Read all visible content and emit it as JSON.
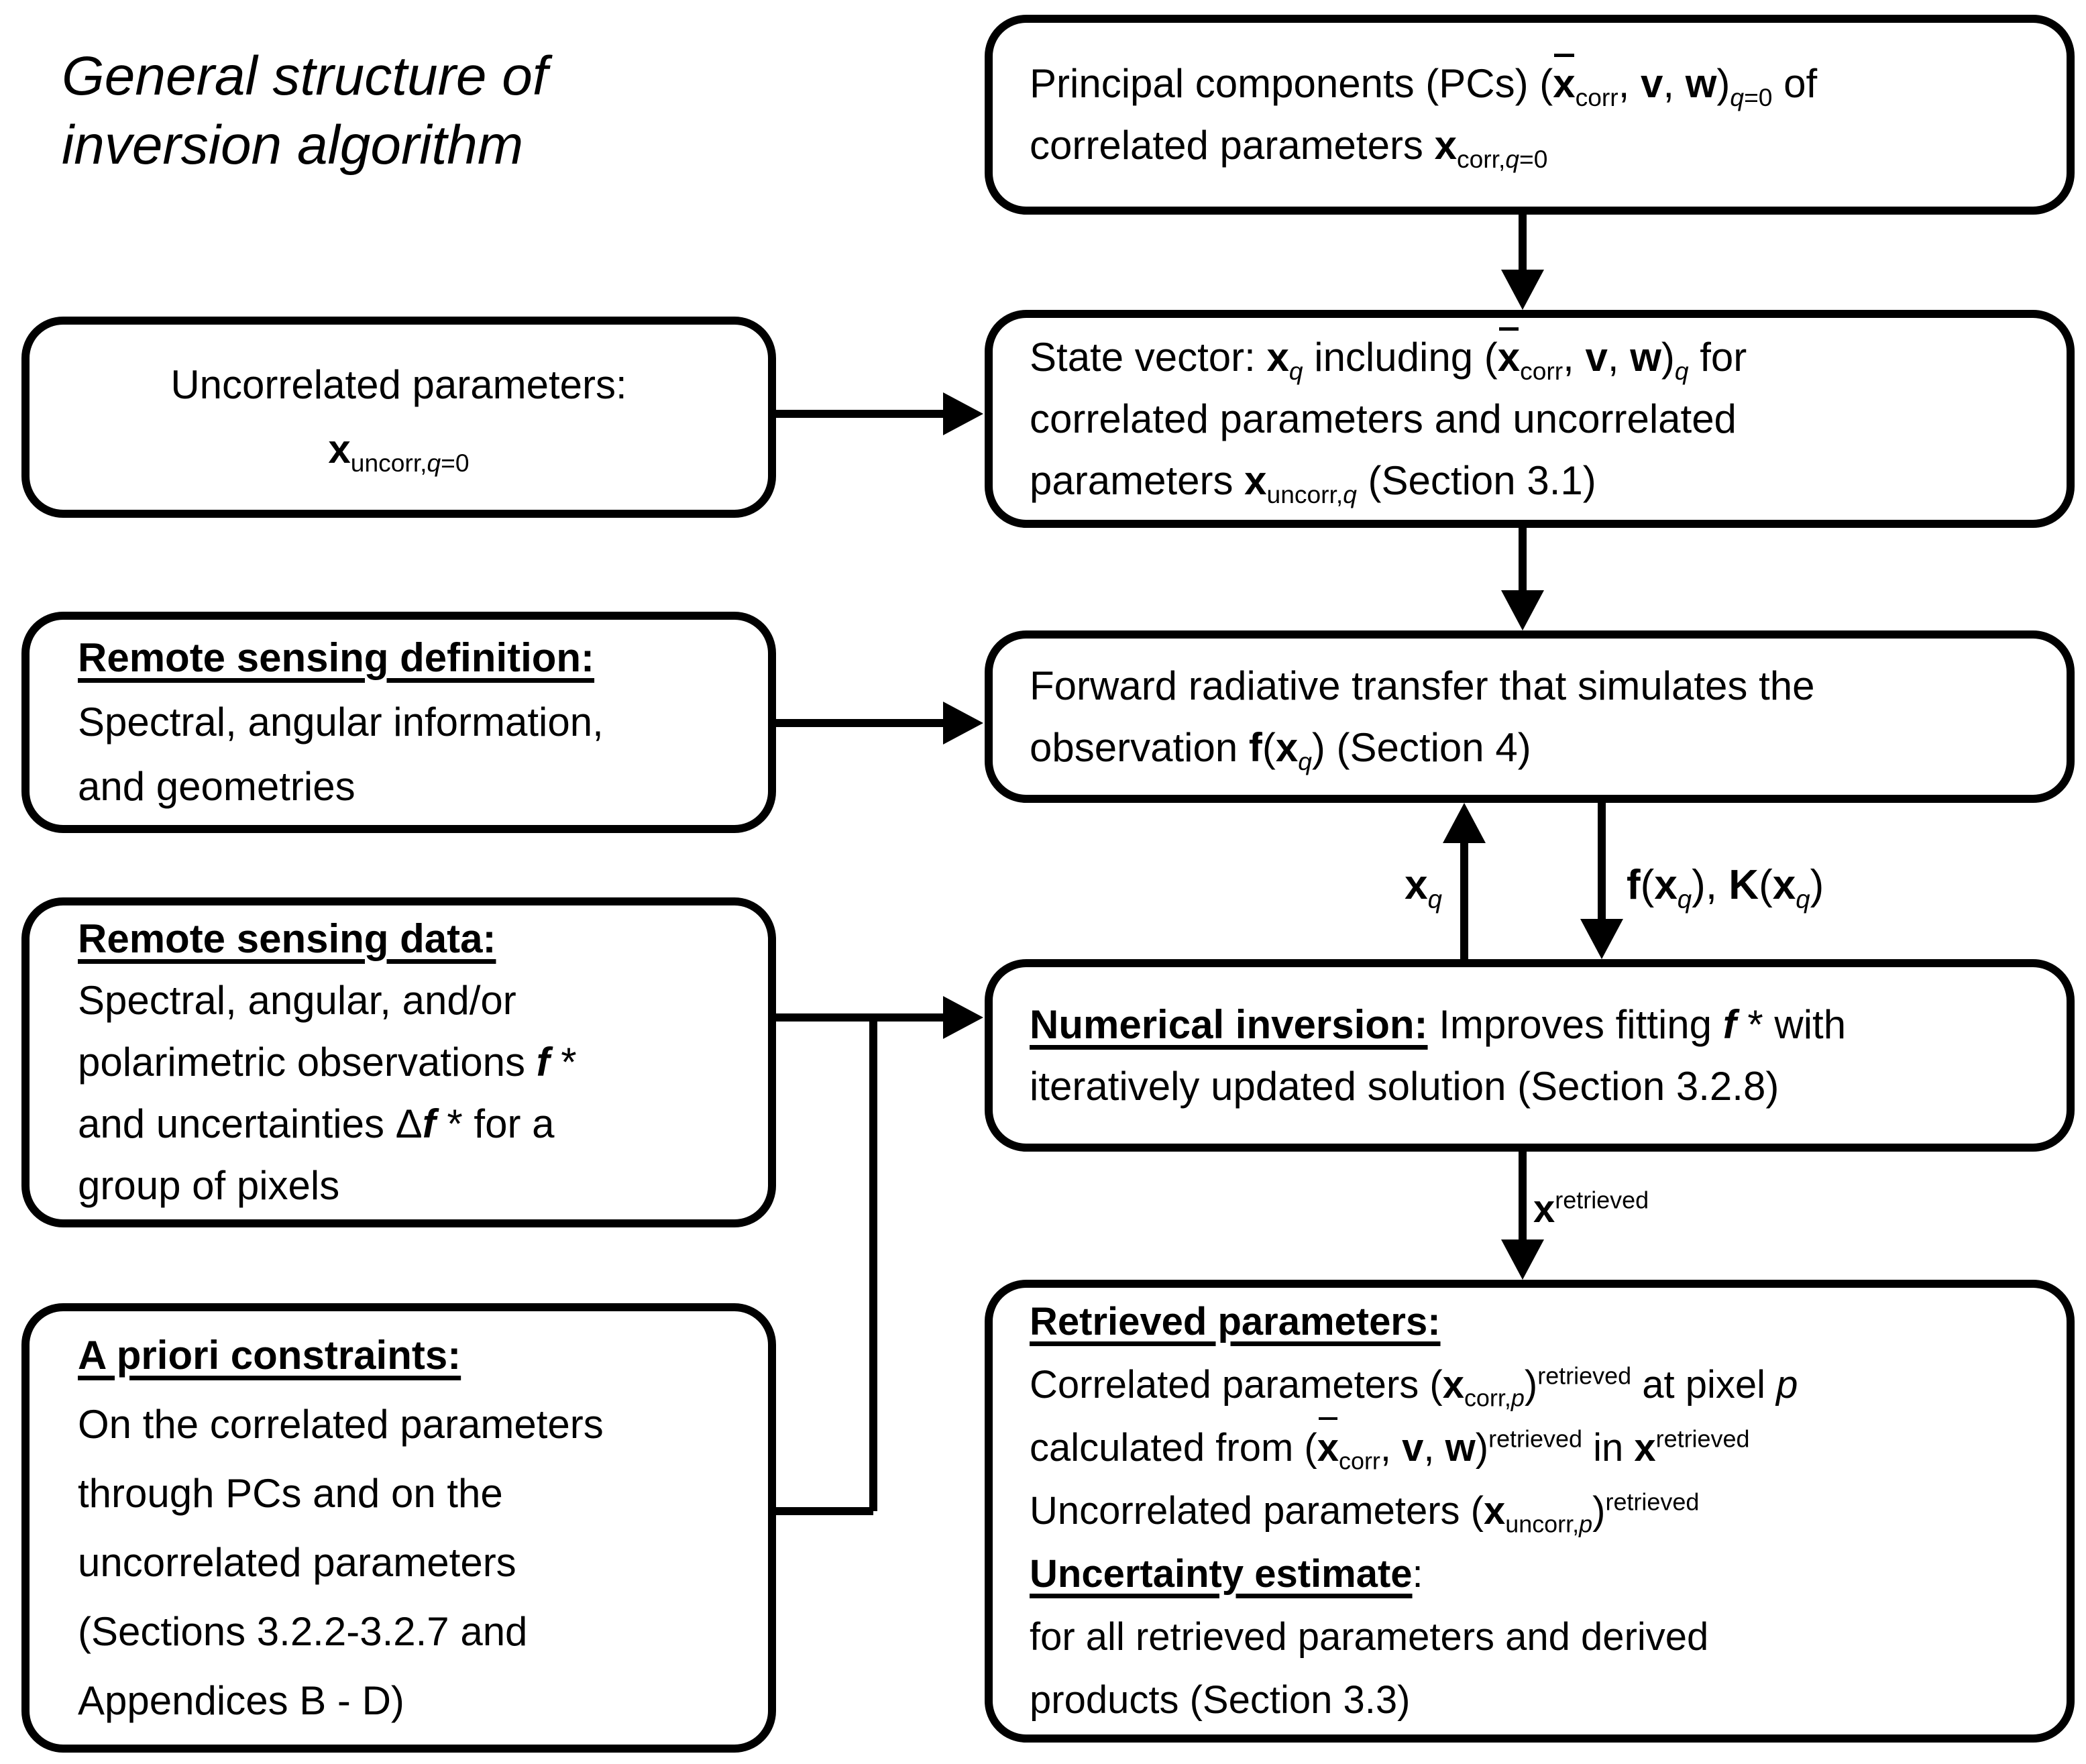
{
  "title_html": "General structure of<br>inversion algorithm",
  "boxes": {
    "principal_components": "Principal components (PCs) (<b><span class='ov'>x</span></b><sub>corr</sub>, <b>v</b>, <b>w</b>)<sub><i>q</i>=0</sub> of<br>correlated parameters <b>x</b><sub>corr,<i>q</i>=0</sub>",
    "uncorrelated_parameters": "Uncorrelated parameters:<br><b>x</b><sub>uncorr,<i>q</i>=0</sub>",
    "state_vector": "State vector: <b>x</b><sub><i>q</i></sub> including (<b><span class='ov'>x</span></b><sub>corr</sub>, <b>v</b>, <b>w</b>)<sub><i>q</i></sub> for<br>correlated parameters and uncorrelated<br>parameters <b>x</b><sub>uncorr,<i>q</i></sub> (Section 3.1)",
    "remote_sensing_definition": "<span class='u'>Remote sensing definition:</span><br>Spectral, angular information,<br>and geometries",
    "forward_rt": "Forward radiative transfer that simulates the<br>observation <b>f</b>(<b>x</b><sub><i>q</i></sub>) (Section 4)",
    "remote_sensing_data": "<span class='u'>Remote sensing data:</span><br>Spectral, angular, and/or<br>polarimetric observations <b><i>f</i></b> *<br>and uncertainties &#916;<b><i>f</i></b> * for a<br>group of pixels",
    "numerical_inversion": "<span class='u'>Numerical inversion:</span> Improves fitting <b><i>f</i></b> * with<br>iteratively updated solution (Section 3.2.8)",
    "a_priori_constraints": "<span class='u'>A priori constraints:</span><br>On the correlated parameters<br>through PCs and on the<br>uncorrelated parameters<br>(Sections 3.2.2-3.2.7 and<br>Appendices B - D)",
    "retrieved_parameters": "<span class='u'>Retrieved parameters:</span><br>Correlated parameters (<b>x</b><sub>corr,<i>p</i></sub>)<sup>retrieved</sup> at pixel <i>p</i><br>calculated from (<b><span class='ov'>x</span></b><sub>corr</sub>, <b>v</b>, <b>w</b>)<sup>retrieved</sup> in <b>x</b><sup>retrieved</sup><br>Uncorrelated parameters (<b>x</b><sub>uncorr,<i>p</i></sub>)<sup>retrieved</sup><br><span class='u'>Uncertainty estimate</span>:<br>for all retrieved parameters and derived<br>products (Section 3.3)"
  },
  "arrow_labels": {
    "x_q": "<b>x</b><sub><i>q</i></sub>",
    "f_k": "<b>f</b>(<b>x</b><sub><i>q</i></sub>), <b>K</b>(<b>x</b><sub><i>q</i></sub>)",
    "x_retrieved": "<b>x</b><sup>retrieved</sup>"
  },
  "colors": {
    "ink": "#000000",
    "background": "#ffffff"
  }
}
